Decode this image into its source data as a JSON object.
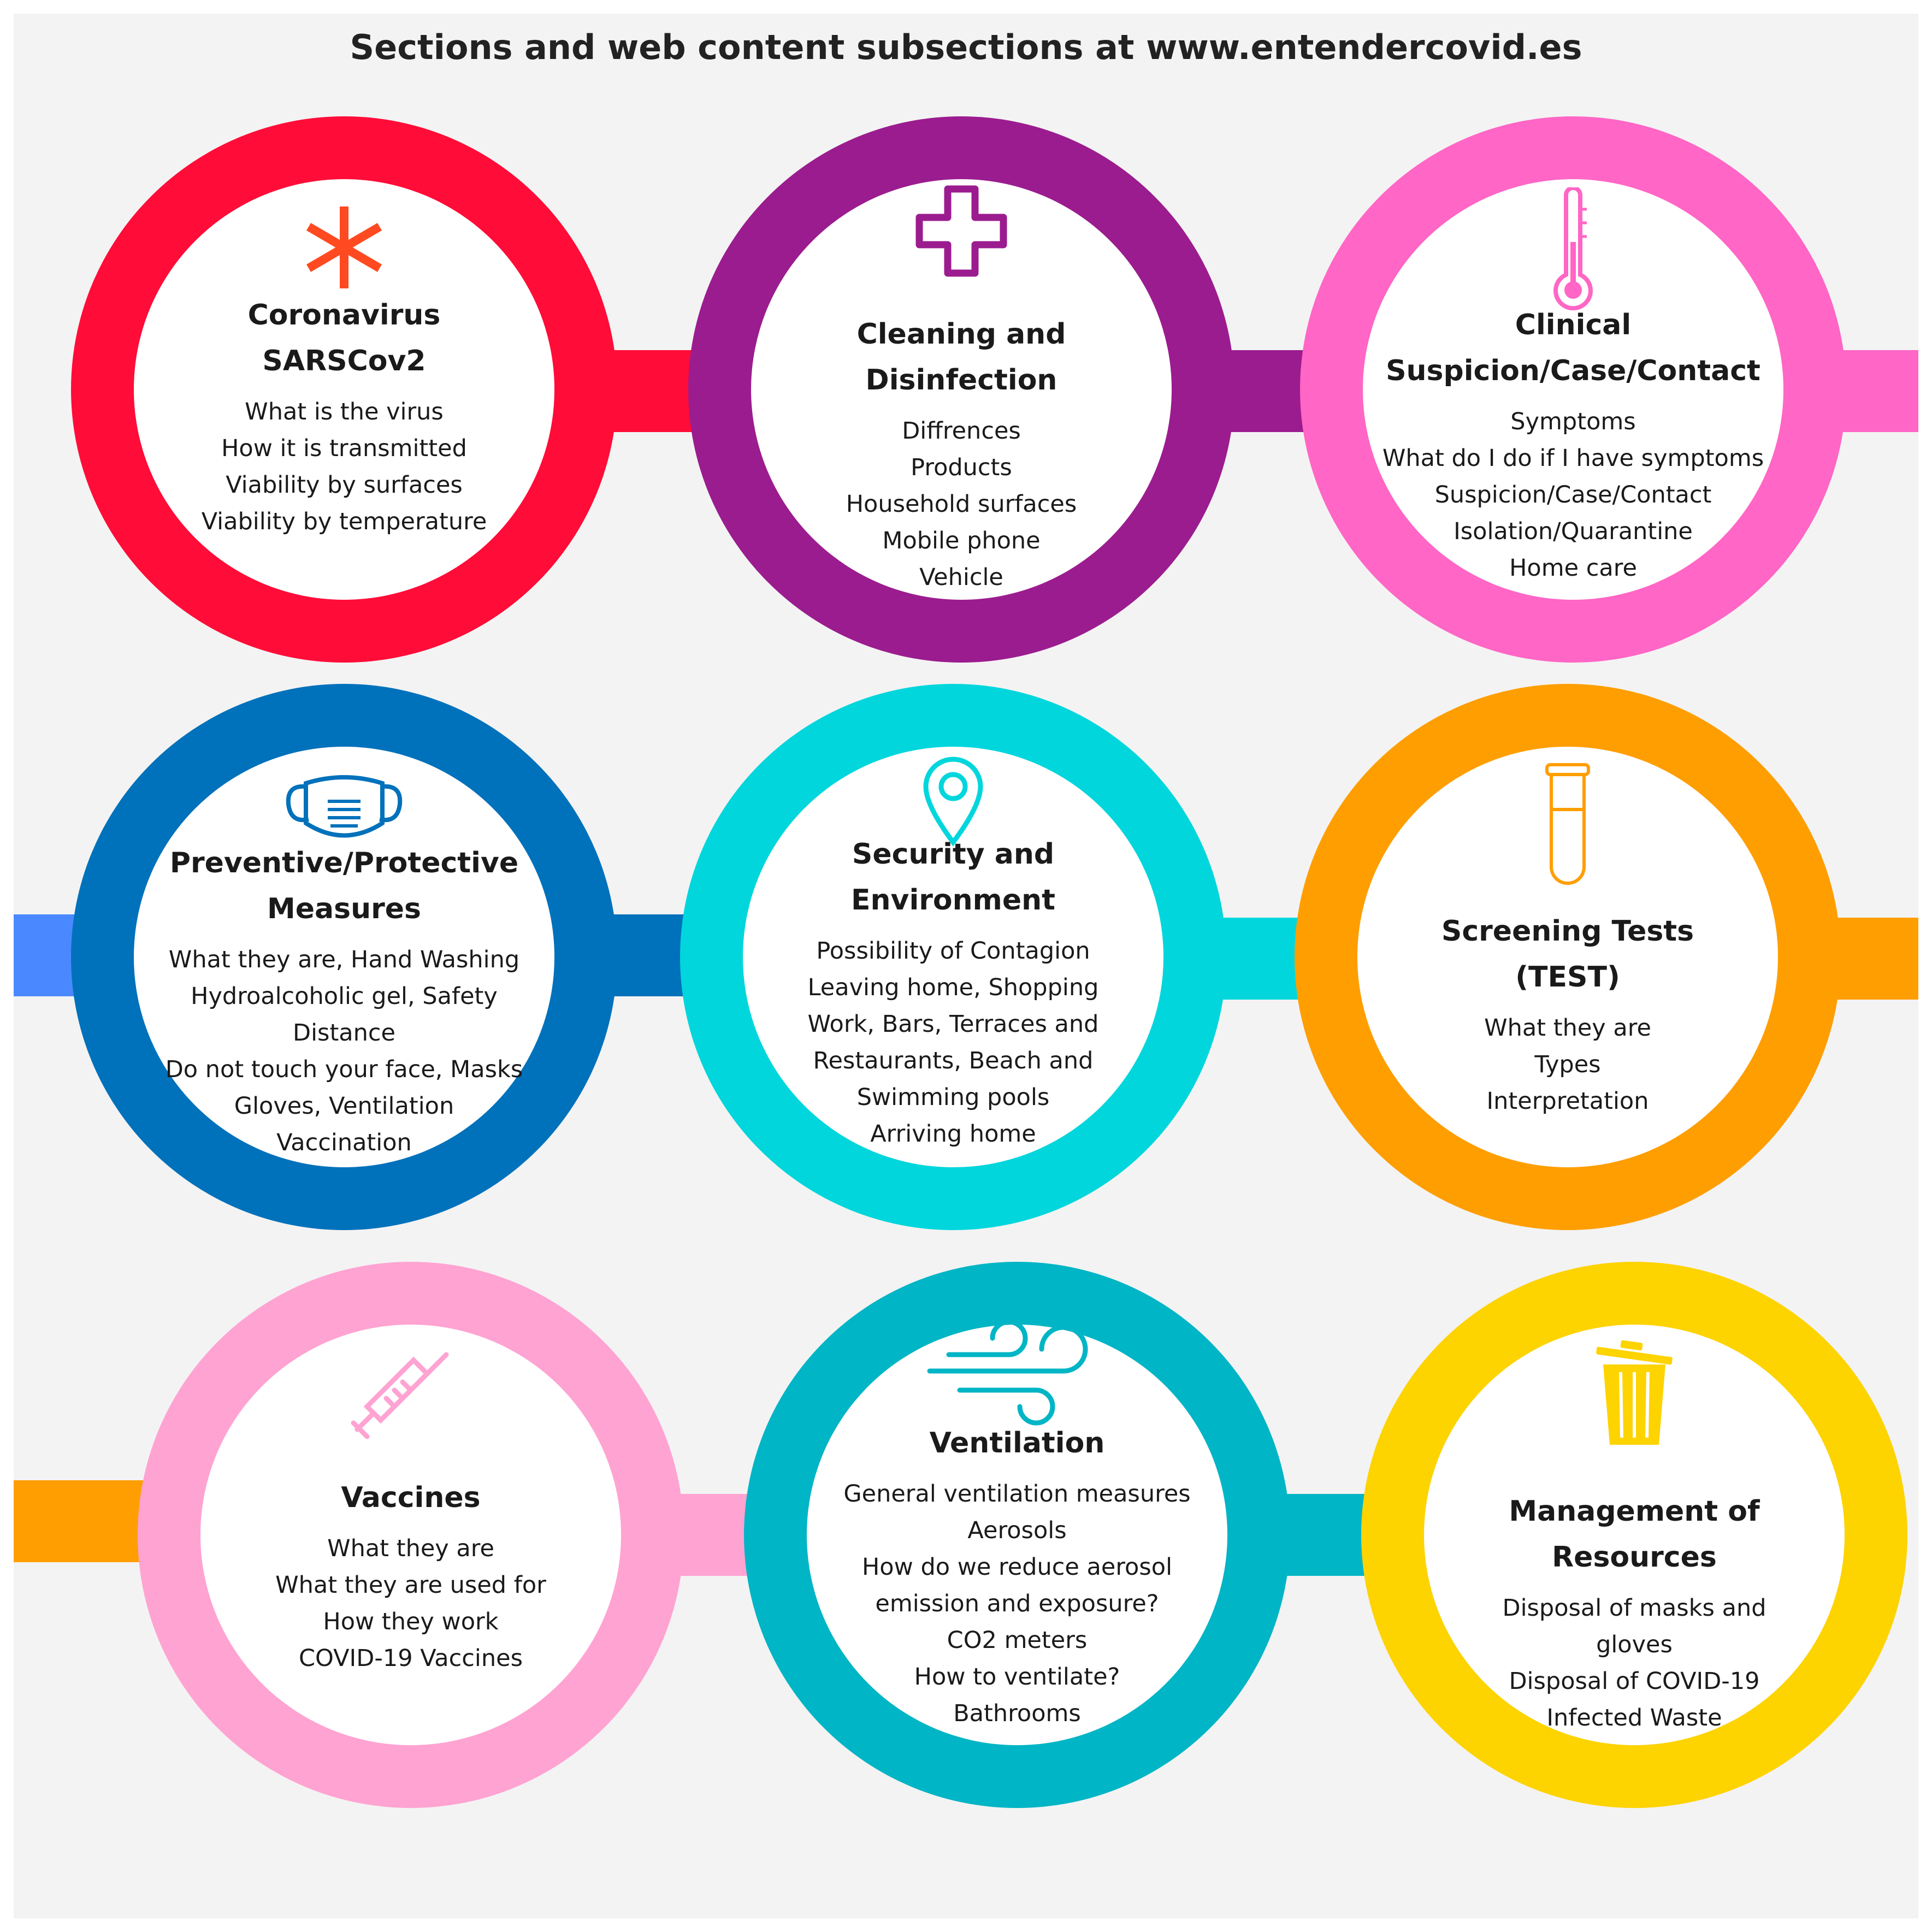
{
  "title": "Sections and web content subsections at www.entendercovid.es",
  "sections": [
    {
      "title_lines": [
        "Coronavirus",
        "SARSCov2"
      ],
      "items": [
        "What is the virus",
        "How it is transmitted",
        "Viability by surfaces",
        "Viability by temperature"
      ],
      "color": "#ff0c38",
      "icon": "asterisk-icon"
    },
    {
      "title_lines": [
        "Cleaning and",
        "Disinfection"
      ],
      "items": [
        "Diffrences",
        "Products",
        "Household surfaces",
        "Mobile phone",
        "Vehicle"
      ],
      "color": "#9b1c8f",
      "icon": "medical-cross-icon"
    },
    {
      "title_lines": [
        "Clinical",
        "Suspicion/Case/Contact"
      ],
      "items": [
        "Symptoms",
        "What do I do if I have symptoms",
        "Suspicion/Case/Contact",
        "Isolation/Quarantine",
        "Home care"
      ],
      "color": "#ff66c5",
      "icon": "thermometer-icon"
    },
    {
      "title_lines": [
        "Preventive/Protective",
        "Measures"
      ],
      "items": [
        "What they are, Hand Washing",
        "Hydroalcoholic gel, Safety",
        "Distance",
        "Do not touch your face, Masks",
        "Gloves, Ventilation",
        "Vaccination"
      ],
      "color": "#0071bb",
      "icon": "face-mask-icon"
    },
    {
      "title_lines": [
        "Security and",
        "Environment"
      ],
      "items": [
        "Possibility of Contagion",
        "Leaving home, Shopping",
        "Work, Bars, Terraces and",
        "Restaurants, Beach and",
        "Swimming pools",
        "Arriving home"
      ],
      "color": "#00d6dc",
      "icon": "location-pin-icon"
    },
    {
      "title_lines": [
        "Screening Tests",
        "(TEST)"
      ],
      "items": [
        "What they are",
        "Types",
        "Interpretation"
      ],
      "color": "#ff9e00",
      "icon": "test-tube-icon"
    },
    {
      "title_lines": [
        "Vaccines"
      ],
      "items": [
        "What they are",
        "What they are used for",
        "How they work",
        "COVID-19 Vaccines"
      ],
      "color": "#ffa3d2",
      "icon": "syringe-icon"
    },
    {
      "title_lines": [
        "Ventilation"
      ],
      "items": [
        "General ventilation measures",
        "Aerosols",
        "How do we reduce aerosol",
        "emission and exposure?",
        "CO2 meters",
        "How to ventilate?",
        "Bathrooms"
      ],
      "color": "#00b5c5",
      "icon": "wind-icon"
    },
    {
      "title_lines": [
        "Management of",
        "Resources"
      ],
      "items": [
        "Disposal of masks and",
        "gloves",
        "Disposal of COVID-19",
        "Infected Waste"
      ],
      "color": "#fdd300",
      "icon": "trash-bin-icon"
    }
  ],
  "connector_colors": {
    "row1_left": "#ff0c38",
    "row1_mid_a": "#ff0c38",
    "row1_mid_b": "#9b1c8f",
    "row1_right": "#ff66c5",
    "row2_left": "#4a88ff",
    "row2_mid_a": "#0071bb",
    "row2_mid_b": "#00d6dc",
    "row2_right": "#ff9e00",
    "row3_left": "#ff9e00",
    "row3_mid_a": "#ffa3d2",
    "row3_mid_b": "#00b5c5",
    "row3_right": "#fdd300"
  }
}
